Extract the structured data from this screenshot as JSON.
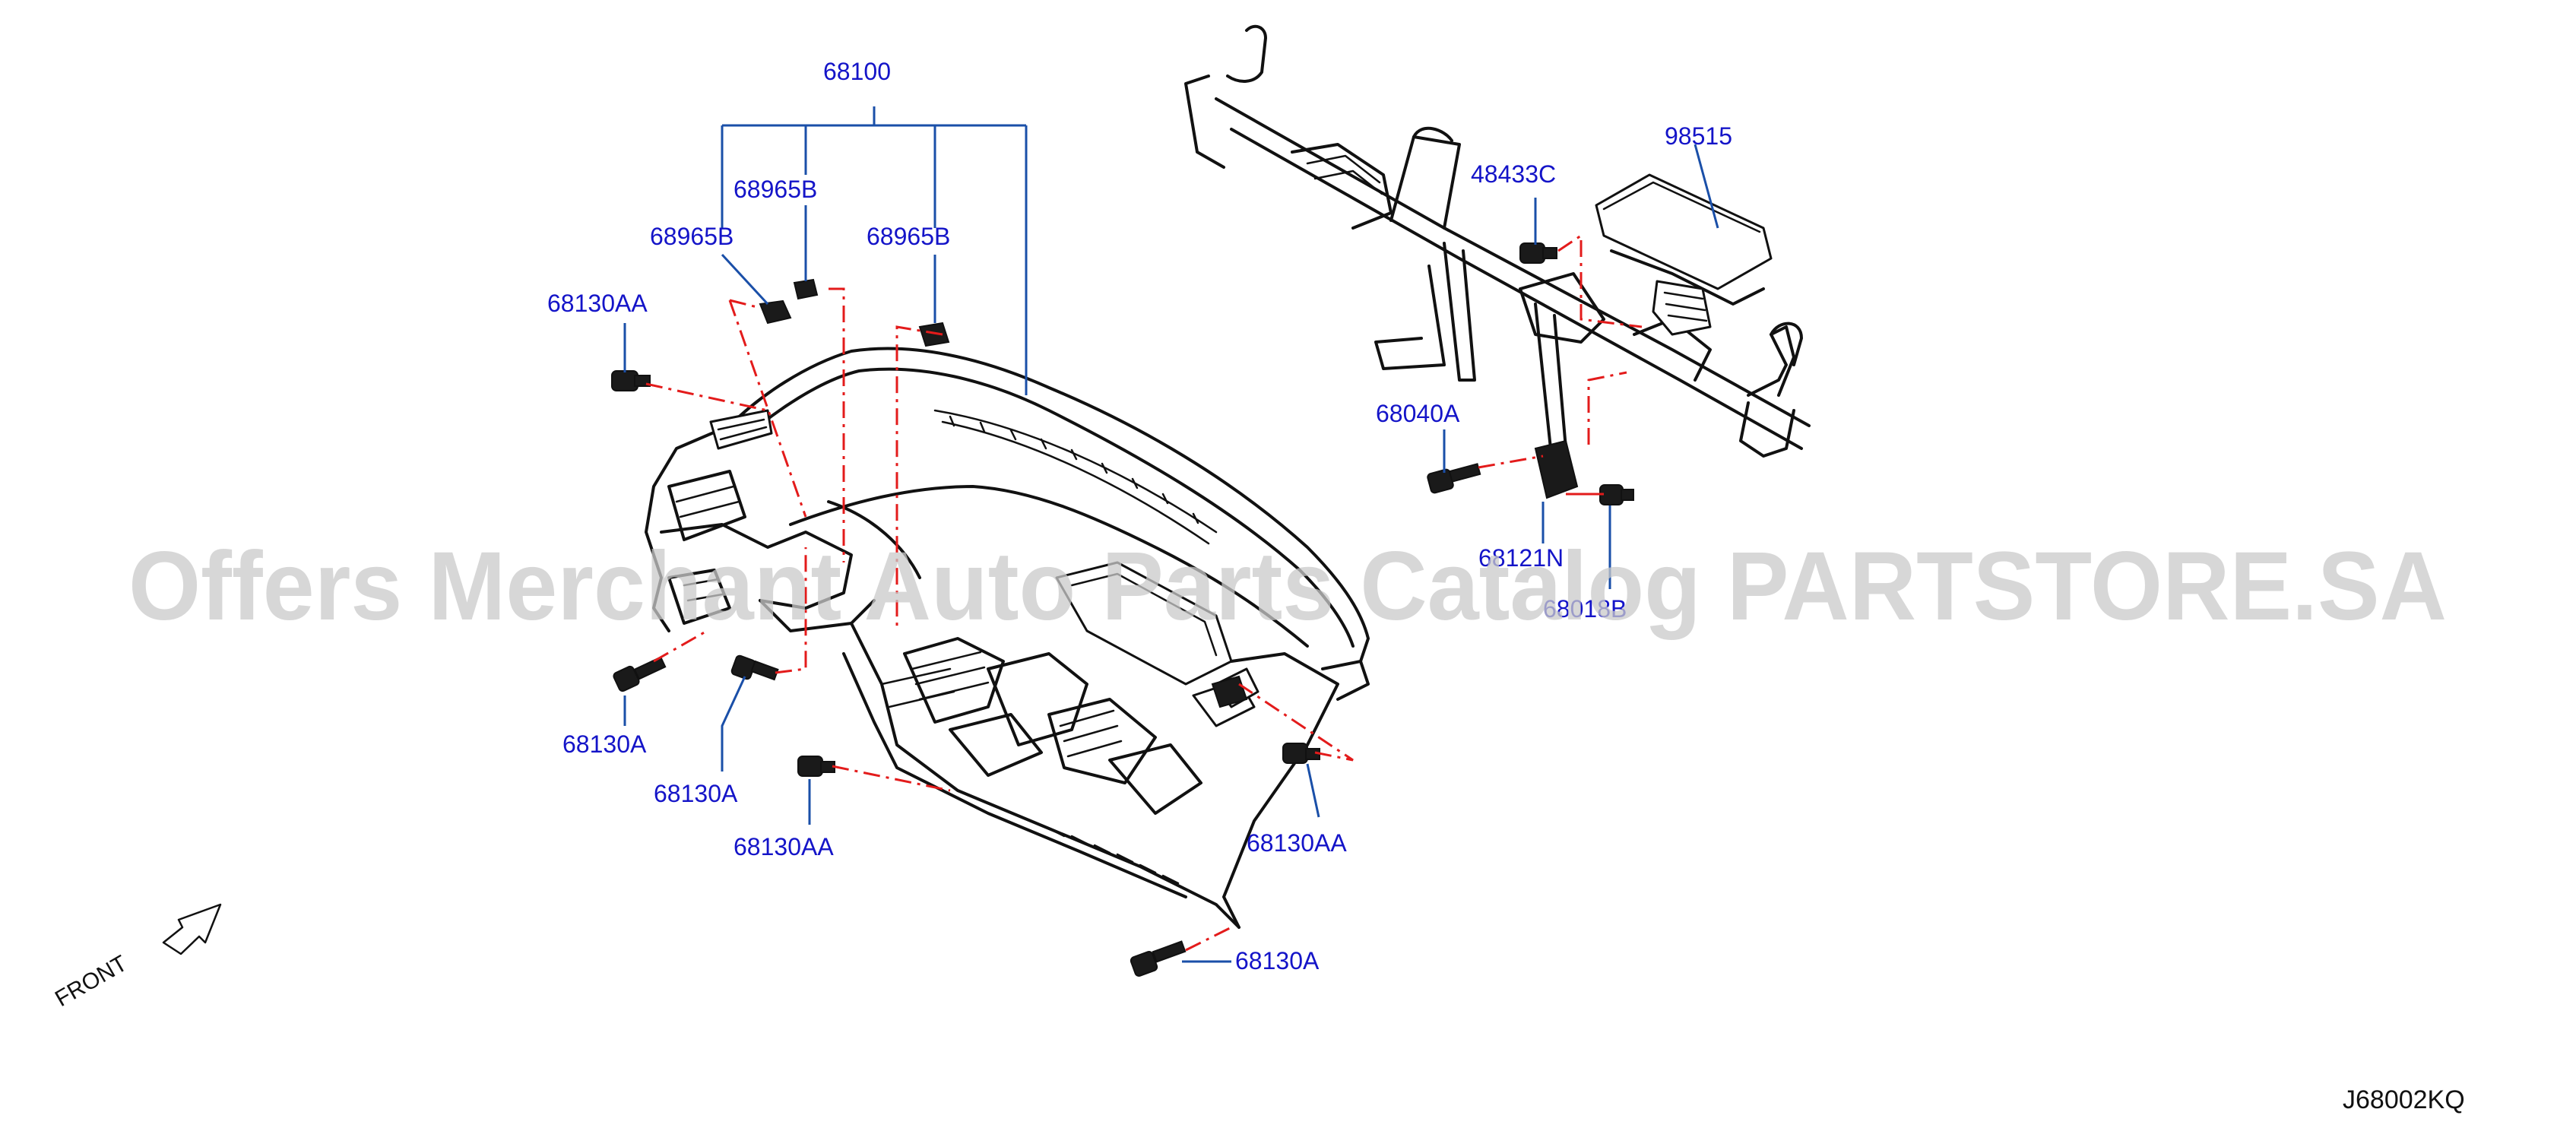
{
  "diagram": {
    "labels": {
      "p68100": "68100",
      "p68965b_center": "68965B",
      "p68965b_left": "68965B",
      "p68965b_right": "68965B",
      "p68130aa_topleft": "68130AA",
      "p68130a_left": "68130A",
      "p68130a_mid": "68130A",
      "p68130aa_bottom": "68130AA",
      "p68130aa_right": "68130AA",
      "p68130a_bottom": "68130A",
      "p48433c": "48433C",
      "p98515": "98515",
      "p68040a": "68040A",
      "p68121n": "68121N",
      "p68018b_partial": "68018B"
    },
    "front_label": "FRONT",
    "diagram_code": "J68002KQ",
    "watermark": "Offers Merchant Auto Parts Catalog PARTSTORE.SA",
    "colors": {
      "part_label": "#1414c8",
      "leader_line": "#1a4fa8",
      "dashed_line": "#e31b1b",
      "line_art": "#111111",
      "watermark": "#c9c9c9"
    }
  }
}
